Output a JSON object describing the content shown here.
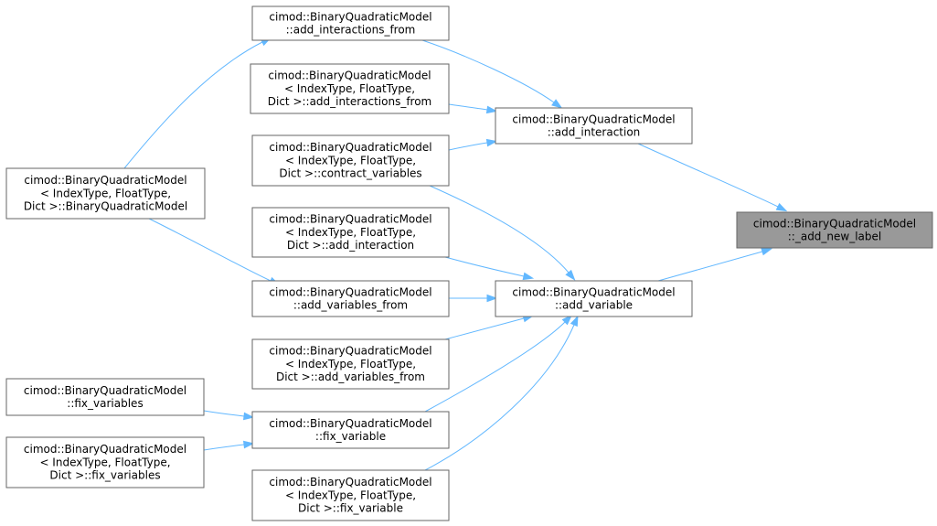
{
  "graph": {
    "root": "n_add_new_label",
    "colors": {
      "edge": "#63b8ff",
      "node_border": "#666666",
      "root_fill": "#999999",
      "node_fill": "#ffffff"
    },
    "nodes": [
      {
        "id": "n_add_new_label",
        "lines": [
          "cimod::BinaryQuadraticModel",
          "::_add_new_label"
        ]
      },
      {
        "id": "n_add_interaction",
        "lines": [
          "cimod::BinaryQuadraticModel",
          "::add_interaction"
        ]
      },
      {
        "id": "n_add_variable",
        "lines": [
          "cimod::BinaryQuadraticModel",
          "::add_variable"
        ]
      },
      {
        "id": "n_add_interactions_from",
        "lines": [
          "cimod::BinaryQuadraticModel",
          "::add_interactions_from"
        ]
      },
      {
        "id": "n_t_add_interactions_from",
        "lines": [
          "cimod::BinaryQuadraticModel",
          "< IndexType, FloatType,",
          "Dict >::add_interactions_from"
        ]
      },
      {
        "id": "n_t_contract_variables",
        "lines": [
          "cimod::BinaryQuadraticModel",
          "< IndexType, FloatType,",
          "Dict >::contract_variables"
        ]
      },
      {
        "id": "n_t_add_interaction",
        "lines": [
          "cimod::BinaryQuadraticModel",
          "< IndexType, FloatType,",
          "Dict >::add_interaction"
        ]
      },
      {
        "id": "n_add_variables_from",
        "lines": [
          "cimod::BinaryQuadraticModel",
          "::add_variables_from"
        ]
      },
      {
        "id": "n_t_add_variables_from",
        "lines": [
          "cimod::BinaryQuadraticModel",
          "< IndexType, FloatType,",
          "Dict >::add_variables_from"
        ]
      },
      {
        "id": "n_fix_variable",
        "lines": [
          "cimod::BinaryQuadraticModel",
          "::fix_variable"
        ]
      },
      {
        "id": "n_t_fix_variable",
        "lines": [
          "cimod::BinaryQuadraticModel",
          "< IndexType, FloatType,",
          "Dict >::fix_variable"
        ]
      },
      {
        "id": "n_t_ctor",
        "lines": [
          "cimod::BinaryQuadraticModel",
          "< IndexType, FloatType,",
          "Dict >::BinaryQuadraticModel"
        ]
      },
      {
        "id": "n_fix_variables",
        "lines": [
          "cimod::BinaryQuadraticModel",
          "::fix_variables"
        ]
      },
      {
        "id": "n_t_fix_variables",
        "lines": [
          "cimod::BinaryQuadraticModel",
          "< IndexType, FloatType,",
          "Dict >::fix_variables"
        ]
      }
    ],
    "edges": [
      {
        "from": "n_add_interaction",
        "to": "n_add_new_label"
      },
      {
        "from": "n_add_variable",
        "to": "n_add_new_label"
      },
      {
        "from": "n_add_interactions_from",
        "to": "n_add_interaction"
      },
      {
        "from": "n_t_add_interactions_from",
        "to": "n_add_interaction"
      },
      {
        "from": "n_t_contract_variables",
        "to": "n_add_interaction"
      },
      {
        "from": "n_t_contract_variables",
        "to": "n_add_variable"
      },
      {
        "from": "n_t_add_interaction",
        "to": "n_add_variable"
      },
      {
        "from": "n_add_variables_from",
        "to": "n_add_variable"
      },
      {
        "from": "n_t_add_variables_from",
        "to": "n_add_variable"
      },
      {
        "from": "n_fix_variable",
        "to": "n_add_variable"
      },
      {
        "from": "n_t_fix_variable",
        "to": "n_add_variable"
      },
      {
        "from": "n_t_ctor",
        "to": "n_add_interactions_from"
      },
      {
        "from": "n_t_ctor",
        "to": "n_add_variables_from"
      },
      {
        "from": "n_fix_variables",
        "to": "n_fix_variable"
      },
      {
        "from": "n_t_fix_variables",
        "to": "n_fix_variable"
      }
    ]
  }
}
